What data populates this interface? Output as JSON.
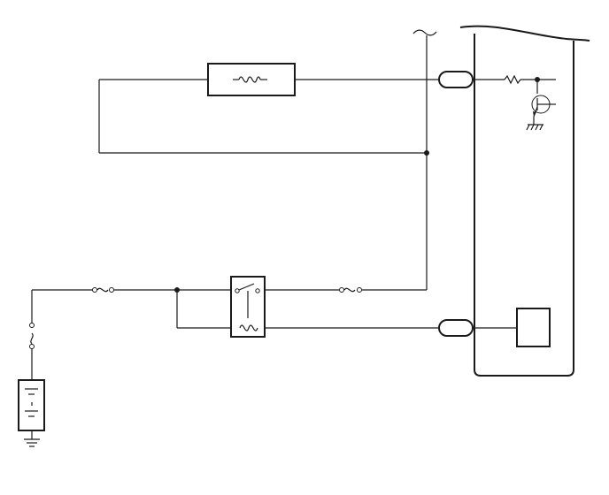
{
  "diagram": {
    "type": "wiring-schematic",
    "line_color": "#1a1a1a",
    "background": "#ffffff",
    "components": [
      "battery",
      "fuse",
      "fuse",
      "fuse",
      "relay",
      "solenoid-coil",
      "connector",
      "connector",
      "control-module",
      "resistor",
      "transistor",
      "ground"
    ]
  }
}
